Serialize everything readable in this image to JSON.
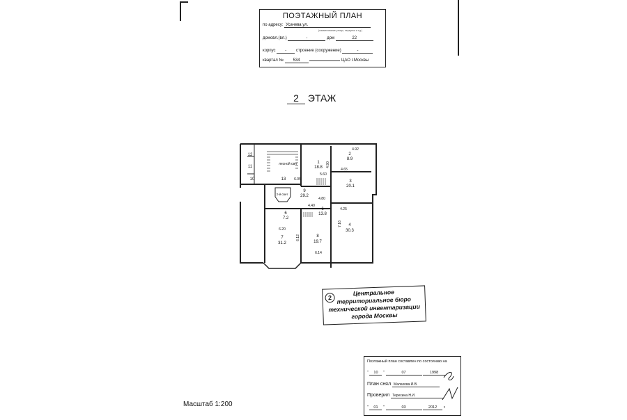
{
  "header": {
    "title": "ПОЭТАЖНЫЙ ПЛАН",
    "address_label": "по адресу:",
    "address_value": "Усачева ул.",
    "address_note": "(наименование улицы, переулка и т.д.)",
    "domovl_label": "домовл.(вл.)",
    "domovl_value": "-",
    "dom_label": "дом",
    "dom_value": "22",
    "korpus_label": "корпус",
    "korpus_value": "-",
    "stroenie_label": "строение (сооружение)",
    "stroenie_value": "-",
    "kvartal_label": "квартал №",
    "kvartal_value": "534",
    "district": "ЦАО г.Москвы"
  },
  "floor": {
    "number": "2",
    "label": "ЭТАЖ"
  },
  "plan": {
    "rooms": [
      {
        "n": "1",
        "area": "18.8"
      },
      {
        "n": "2",
        "area": "8.9"
      },
      {
        "n": "3",
        "area": "20.1"
      },
      {
        "n": "4",
        "area": "30.3"
      },
      {
        "n": "6",
        "area": "13.8"
      },
      {
        "n": "6",
        "area": "7.2"
      },
      {
        "n": "7",
        "area": "31.2"
      },
      {
        "n": "8",
        "area": "19.7"
      },
      {
        "n": "9",
        "area": "29.2"
      }
    ],
    "small_rooms": [
      "10",
      "11",
      "12",
      "13"
    ],
    "labels": {
      "stair": "лесной свн",
      "second_light": "2-й свет"
    },
    "dims": [
      "6.05",
      "4.65",
      "4.92",
      "4.80",
      "4.40",
      "4.25",
      "7.16",
      "6.20",
      "6.12",
      "6.14",
      "5.60",
      "4.90"
    ]
  },
  "stamp": {
    "number": "2",
    "lines": [
      "Центральное",
      "территориальное бюро",
      "технической инвентаризации",
      "города Москвы"
    ]
  },
  "certification": {
    "title": "Поэтажный план составлен по состоянию на",
    "date1_day": "10",
    "date1_month": "07",
    "date1_year": "1998",
    "surveyed_label": "План снял",
    "surveyed_by": "Малахова И.В.",
    "checked_label": "Проверил",
    "checked_by": "Терехина Н.И.",
    "date2_day": "01",
    "date2_month": "03",
    "date2_year": "2012",
    "year_suffix": "г."
  },
  "scale": "Масштаб 1:200"
}
